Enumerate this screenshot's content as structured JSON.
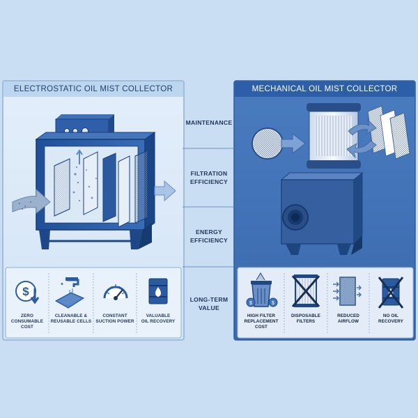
{
  "left_panel": {
    "title": "ELECTROSTATIC OIL MIST COLLECTOR",
    "features": [
      {
        "label_1": "ZERO",
        "label_2": "CONSUMABLE",
        "label_3": "COST",
        "icon": "dollar-down-arrow-icon"
      },
      {
        "label_1": "CLEANABLE &",
        "label_2": "REUSABLE CELLS",
        "icon": "faucet-washing-cell-icon"
      },
      {
        "label_1": "CONSTANT",
        "label_2": "SUCTION POWER",
        "icon": "gauge-icon"
      },
      {
        "label_1": "VALUABLE",
        "label_2": "OIL RECOVERY",
        "icon": "oil-barrel-drop-icon"
      }
    ]
  },
  "right_panel": {
    "title": "MECHANICAL OIL MIST COLLECTOR",
    "features": [
      {
        "label_1": "HIGH FILTER",
        "label_2": "REPLACEMENT",
        "label_3": "COST",
        "icon": "trash-can-coins-icon"
      },
      {
        "label_1": "DISPOSABLE",
        "label_2": "FILTERS",
        "icon": "crossed-filter-icon"
      },
      {
        "label_1": "REDUCED",
        "label_2": "AIRFLOW",
        "icon": "restricted-airflow-filter-icon"
      },
      {
        "label_1": "NO OIL",
        "label_2": "RECOVERY",
        "icon": "crossed-oil-barrel-icon"
      }
    ]
  },
  "criteria": [
    {
      "line_1": "MAINTENANCE",
      "line_2": ""
    },
    {
      "line_1": "FILTRATION",
      "line_2": "EFFICIENCY"
    },
    {
      "line_1": "ENERGY",
      "line_2": "EFFICIENCY"
    },
    {
      "line_1": "LONG-TERM",
      "line_2": "VALUE"
    }
  ],
  "colors": {
    "page_bg": "#c9ddf3",
    "left_panel_bg": "#dceaf8",
    "left_title_bg": "#bdd6ef",
    "right_panel_bg": "#3d6fb5",
    "right_title_bg": "#2d5ea8",
    "ink_dark": "#1d3557",
    "machine_blue": "#2f5fa8"
  }
}
